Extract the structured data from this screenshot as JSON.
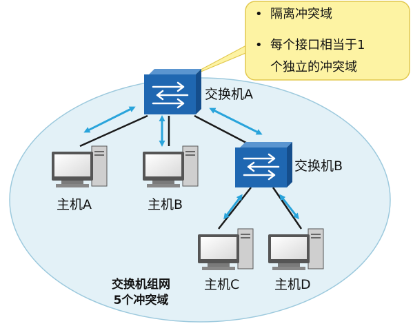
{
  "callout": {
    "bullets": [
      "隔离冲突域",
      "每个接口相当于1",
      "个独立的冲突域"
    ]
  },
  "switches": [
    {
      "name": "交换机A"
    },
    {
      "name": "交换机B"
    }
  ],
  "hosts": [
    {
      "name": "主机A"
    },
    {
      "name": "主机B"
    },
    {
      "name": "主机C"
    },
    {
      "name": "主机D"
    }
  ],
  "caption": {
    "line1": "交换机组网",
    "line2": "5个冲突域"
  },
  "colors": {
    "domain_fill": "#e3f1f7",
    "domain_stroke": "#9cc9dd",
    "callout_fill": "#fdf3a3",
    "callout_stroke": "#e2c84e",
    "switch_fill": "#1f67b1",
    "arrow": "#29a4db"
  }
}
